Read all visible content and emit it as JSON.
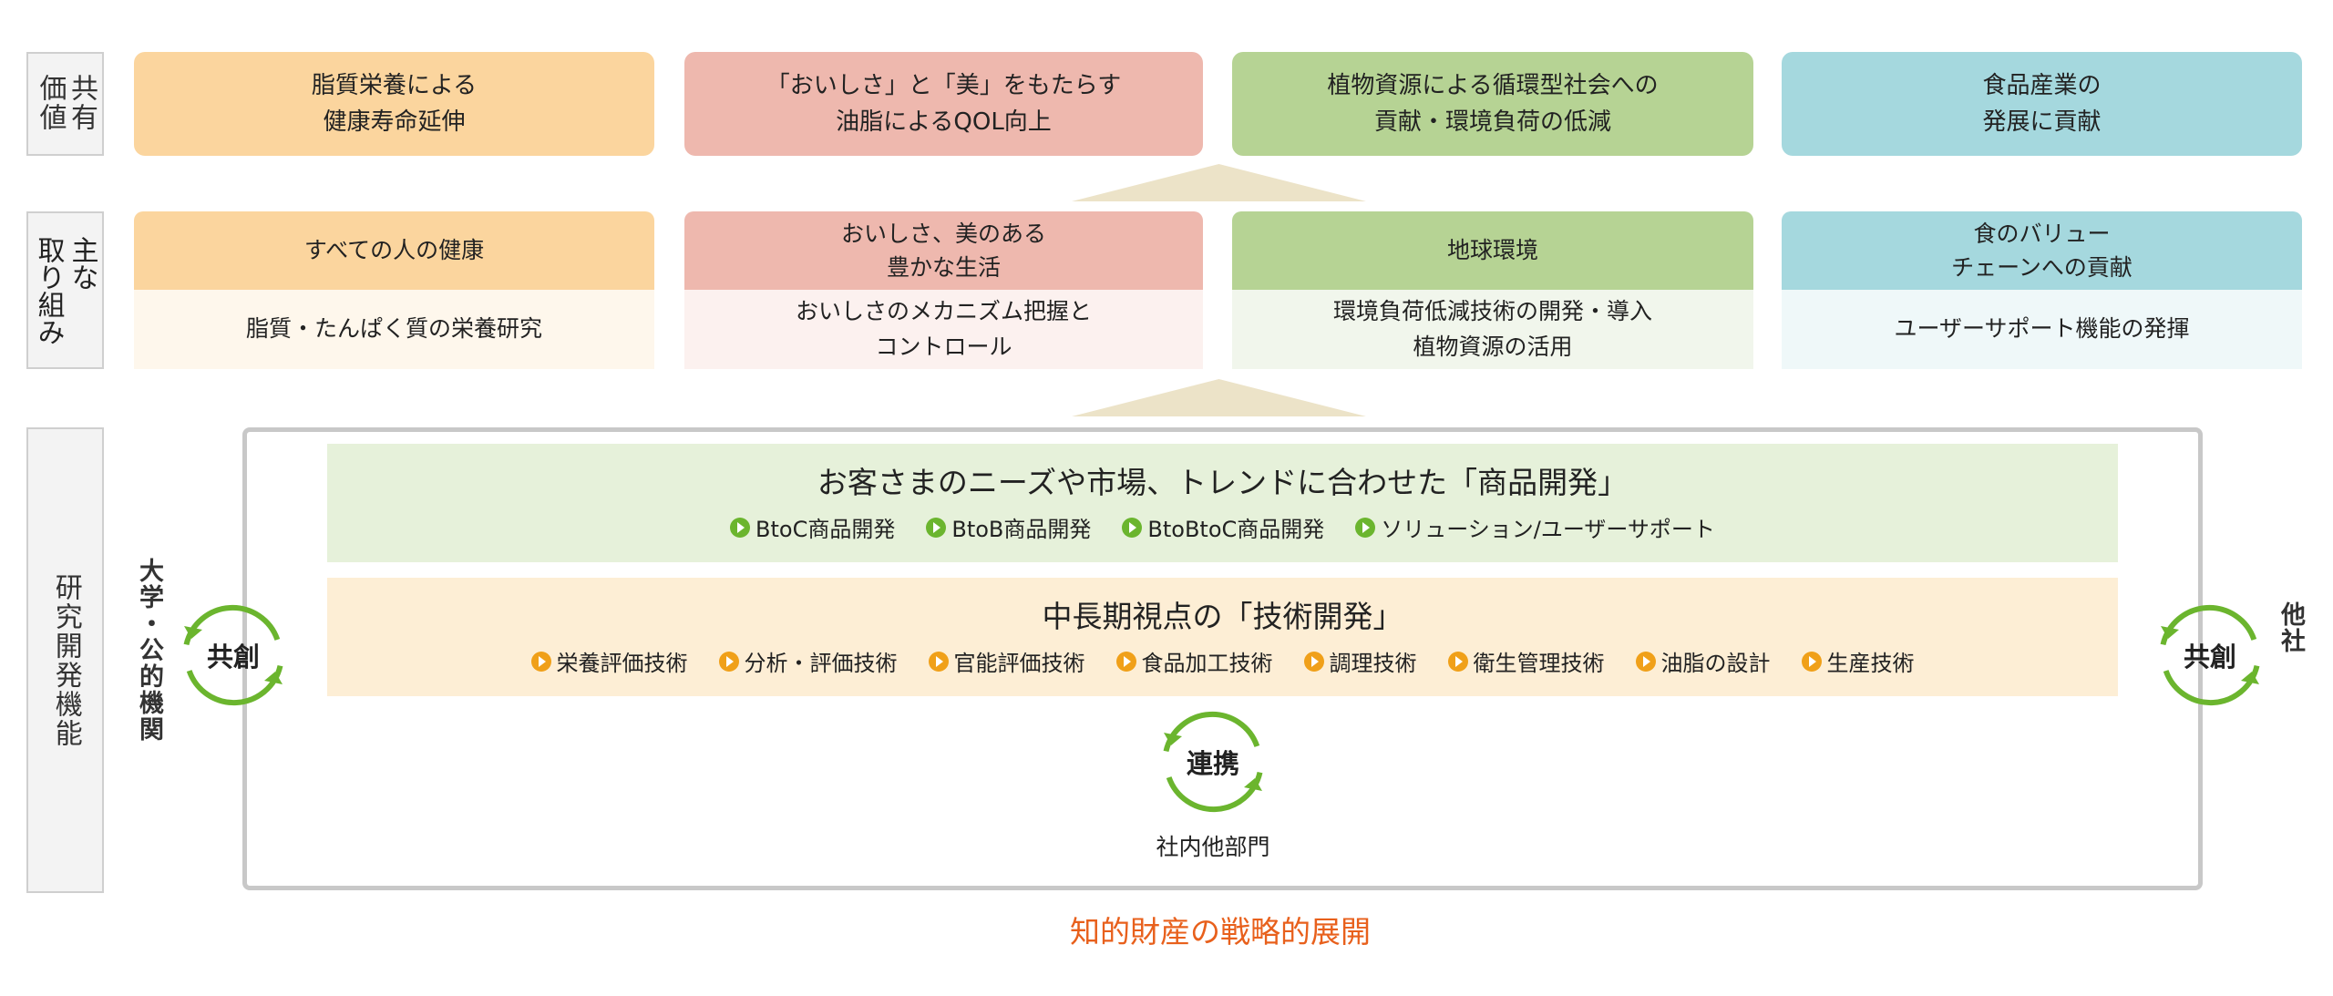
{
  "rows": {
    "shared_value": "共有価値",
    "initiatives": "主な取り組み",
    "rnd": "研究開発機能"
  },
  "shared_value_cards": [
    {
      "text": "脂質栄養による\n健康寿命延伸",
      "color": "#fbd59e"
    },
    {
      "text": "「おいしさ」と「美」をもたらす\n油脂によるQOL向上",
      "color": "#eeb8ae"
    },
    {
      "text": "植物資源による循環型社会への\n貢献・環境負荷の低減",
      "color": "#b6d394"
    },
    {
      "text": "食品産業の\n発展に貢献",
      "color": "#a5d8de"
    }
  ],
  "initiative_cards": [
    {
      "title": "すべての人の健康",
      "detail": "脂質・たんぱく質の栄養研究",
      "color": "#fbd59e",
      "light": "#fef7ec"
    },
    {
      "title": "おいしさ、美のある\n豊かな生活",
      "detail": "おいしさのメカニズム把握と\nコントロール",
      "color": "#eeb8ae",
      "light": "#fcf1ef"
    },
    {
      "title": "地球環境",
      "detail": "環境負荷低減技術の開発・導入\n植物資源の活用",
      "color": "#b6d394",
      "light": "#f1f6ec"
    },
    {
      "title": "食のバリュー\nチェーンへの貢献",
      "detail": "ユーザーサポート機能の発揮",
      "color": "#a5d8de",
      "light": "#eff8f9"
    }
  ],
  "product_dev": {
    "title": "お客さまのニーズや市場、トレンドに合わせた「商品開発」",
    "items": [
      "BtoC商品開発",
      "BtoB商品開発",
      "BtoBtoC商品開発",
      "ソリューション/ユーザーサポート"
    ],
    "color": "#e6f1da",
    "bullet": "#6bb52e"
  },
  "tech_dev": {
    "title": "中長期視点の「技術開発」",
    "items": [
      "栄養評価技術",
      "分析・評価技術",
      "官能評価技術",
      "食品加工技術",
      "調理技術",
      "衛生管理技術",
      "油脂の設計",
      "生産技術"
    ],
    "color": "#fdeed5",
    "bullet": "#f0a019"
  },
  "cycles": {
    "left": {
      "label": "共創",
      "partner": "大学・公的機関"
    },
    "right": {
      "label": "共創",
      "partner": "他社"
    },
    "center": {
      "label": "連携",
      "partner": "社内他部門"
    },
    "color": "#6bb52e"
  },
  "footer": {
    "text": "知的財産の戦略的展開",
    "color": "#e8601c"
  }
}
